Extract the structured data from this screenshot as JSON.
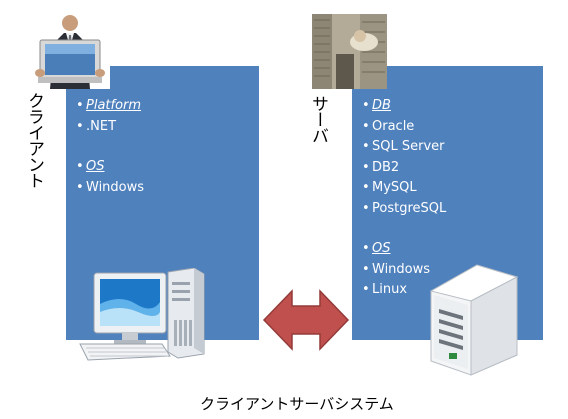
{
  "client": {
    "label": "クライアント",
    "sections": [
      {
        "heading": "Platform",
        "items": [
          ".NET"
        ]
      },
      {
        "heading": "OS",
        "items": [
          "Windows"
        ]
      }
    ]
  },
  "server": {
    "label": "サーバ",
    "sections": [
      {
        "heading": "DB",
        "items": [
          "Oracle",
          "SQL Server",
          "DB2",
          "MySQL",
          "PostgreSQL"
        ]
      },
      {
        "heading": "OS",
        "items": [
          "Windows",
          "Linux"
        ]
      }
    ]
  },
  "caption": "クライアントサーバシステム",
  "colors": {
    "panel": "#4f81bd",
    "arrow": "#c0504d"
  }
}
